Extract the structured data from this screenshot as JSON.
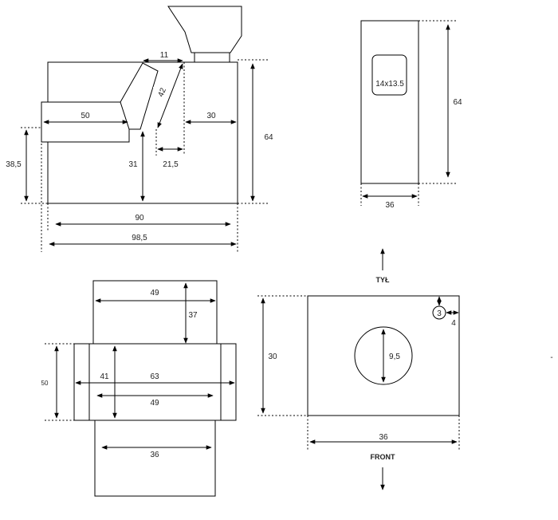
{
  "dimensions": {
    "d11": "11",
    "d42": "42",
    "d50_side": "50",
    "d30_side": "30",
    "d64_side": "64",
    "d38_5": "38,5",
    "d31": "31",
    "d21_5": "21,5",
    "d90": "90",
    "d98_5": "98,5",
    "d14x13_5": "14x13.5",
    "d64_back": "64",
    "d36_back": "36",
    "d49_top": "49",
    "d37": "37",
    "d50_left": "50",
    "d41": "41",
    "d63": "63",
    "d49_mid": "49",
    "d36_bottom": "36",
    "d30_front": "30",
    "d9_5": "9,5",
    "d3": "3",
    "d4": "4",
    "d36_front": "36"
  },
  "labels": {
    "back": "TYŁ",
    "front": "FRONT",
    "dash": "-"
  }
}
